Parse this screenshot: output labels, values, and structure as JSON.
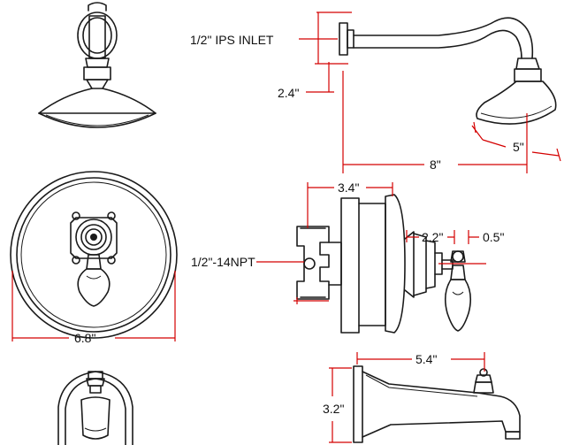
{
  "labels": {
    "ips_inlet": "1/2\" IPS INLET",
    "arm_rise": "2.4\"",
    "arm_reach": "8\"",
    "head_dia": "5\"",
    "trim_depth": "3.4\"",
    "handle_proj": "2.2\"",
    "handle_off": "0.5\"",
    "npt": "1/2\"-14NPT",
    "plate_dia": "6.8\"",
    "spout_len": "5.4\"",
    "spout_h": "3.2\""
  },
  "colors": {
    "ink": "#1a1a1a",
    "dimension": "#d40000"
  }
}
